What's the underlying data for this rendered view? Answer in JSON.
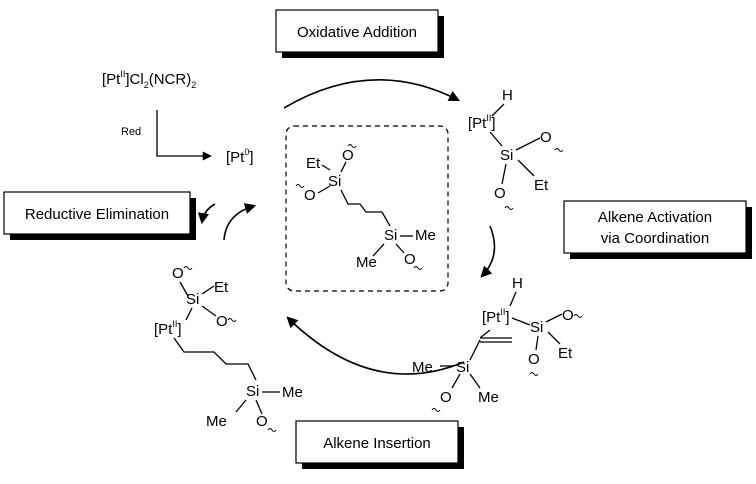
{
  "steps": {
    "oxidative_addition": "Oxidative Addition",
    "alkene_activation_line1": "Alkene Activation",
    "alkene_activation_line2": "via Coordination",
    "alkene_insertion": "Alkene Insertion",
    "reductive_elimination": "Reductive Elimination"
  },
  "precatalyst": {
    "prefix": "[Pt",
    "ox_state": "II",
    "mid": "Cl",
    "sub1": "2",
    "ligand": "(NCR)",
    "sub2": "2",
    "reduction_label": "Red"
  },
  "catalyst": {
    "open": "[Pt",
    "ox_state": "0",
    "close": "]"
  },
  "atoms": {
    "H": "H",
    "Pt_open": "[Pt",
    "Pt_ox": "II",
    "Pt_close": "]",
    "Si": "Si",
    "O": "O",
    "Et": "Et",
    "Me": "Me"
  }
}
